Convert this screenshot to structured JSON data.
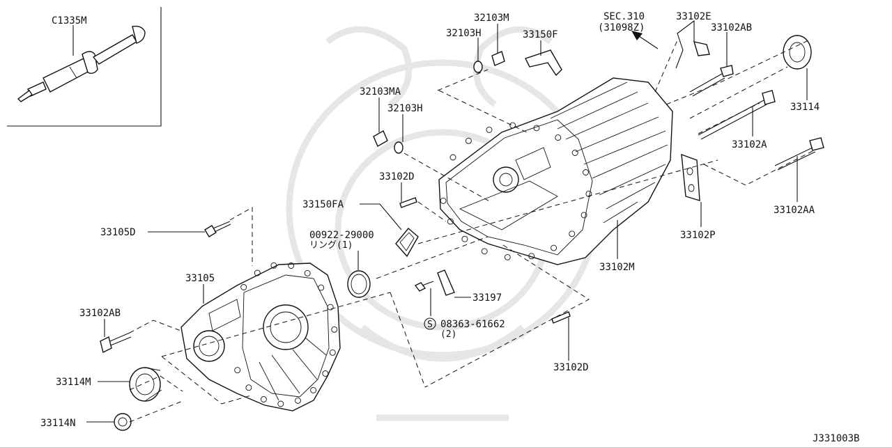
{
  "diagram_code": "J331003B",
  "labels": {
    "c1335m": "C1335M",
    "p32103m": "32103M",
    "p32103h_top": "32103H",
    "p33150f": "33150F",
    "sec310_a": "SEC.310",
    "sec310_b": "(31098Z)",
    "p33102e": "33102E",
    "p33102ab_top": "33102AB",
    "p33114_top": "33114",
    "p32103ma": "32103MA",
    "p32103h_mid": "32103H",
    "p33102a": "33102A",
    "p33102d_top": "33102D",
    "p33150fa": "33150FA",
    "p33102aa": "33102AA",
    "p33105d": "33105D",
    "p00922_a": "00922-29000",
    "p00922_b": "リング(1)",
    "p33102p": "33102P",
    "p33105": "33105",
    "p33102m": "33102M",
    "p33197": "33197",
    "p33102ab_low": "33102AB",
    "p08363_a": "08363-61662",
    "p08363_b": "(2)",
    "s_mark": "S",
    "p33114m": "33114M",
    "p33102d_low": "33102D",
    "p33114n": "33114N"
  }
}
